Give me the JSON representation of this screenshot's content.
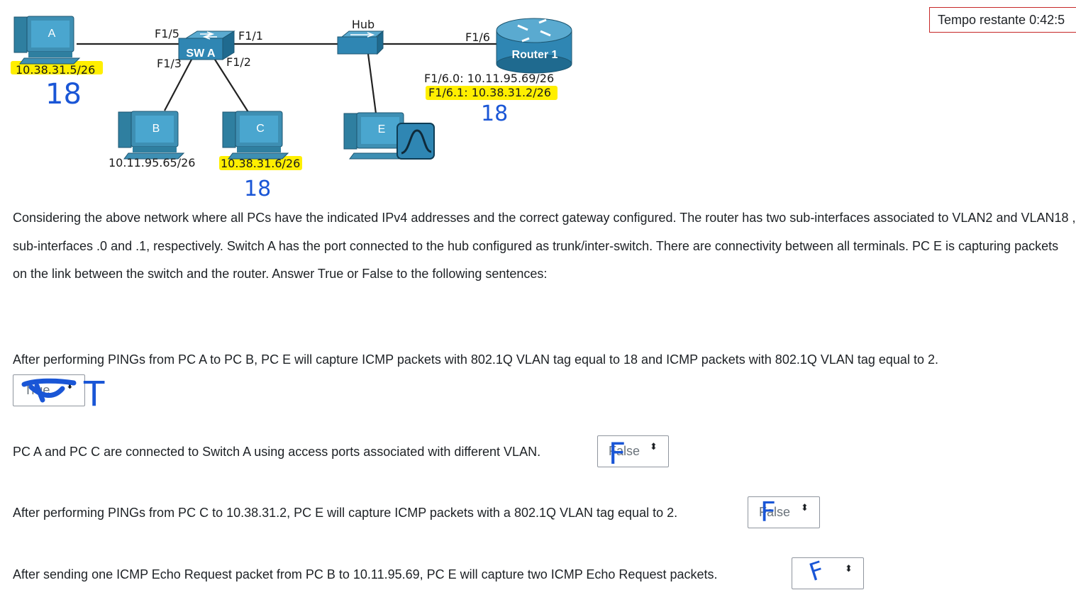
{
  "timer": "Tempo restante 0:42:5",
  "diagram": {
    "pc_a": "A",
    "pc_b": "B",
    "pc_c": "C",
    "pc_e": "E",
    "switch": "SW A",
    "hub": "Hub",
    "router": "Router 1",
    "ports": {
      "f1_5": "F1/5",
      "f1_1": "F1/1",
      "f1_3": "F1/3",
      "f1_2": "F1/2",
      "f1_6": "F1/6"
    },
    "ip_a": "10.38.31.5/26",
    "ip_b": "10.11.95.65/26",
    "ip_c": "10.38.31.6/26",
    "router_sub0": "F1/6.0: 10.11.95.69/26",
    "router_sub1": "F1/6.1: 10.38.31.2/26",
    "handwritten": {
      "a": "18",
      "c": "18",
      "router": "18",
      "q1": "T",
      "q2": "F",
      "q3": "F",
      "q4": "F"
    }
  },
  "intro": "Considering the above network where all PCs have the indicated IPv4 addresses and the correct gateway configured. The router has two sub-interfaces associated to VLAN2 and VLAN18 , sub-interfaces .0 and .1, respectively. Switch A has the port connected to the hub configured as trunk/inter-switch. There are connectivity between all terminals. PC E is capturing packets on the link between the switch and the router. Answer True or False to the following sentences:",
  "questions": [
    {
      "text": "After performing PINGs from PC A to PC B, PC E will capture ICMP packets with 802.1Q VLAN tag equal to 18 and ICMP packets with 802.1Q VLAN tag equal to 2.",
      "selected": "True"
    },
    {
      "text": "PC A and PC C are connected to Switch A using access ports associated with different VLAN.",
      "selected": "False"
    },
    {
      "text": "After performing PINGs from PC C to 10.38.31.2, PC E will capture ICMP packets with a 802.1Q VLAN tag equal to 2.",
      "selected": "False"
    },
    {
      "text": "After sending one ICMP Echo Request packet from PC B to 10.11.95.69, PC E will capture two ICMP Echo Request packets.",
      "selected": ""
    }
  ],
  "select_arrow": "⬍",
  "colors": {
    "highlight": "#ffef00",
    "ink": "#1a56d6",
    "timer_border": "#c62828"
  }
}
